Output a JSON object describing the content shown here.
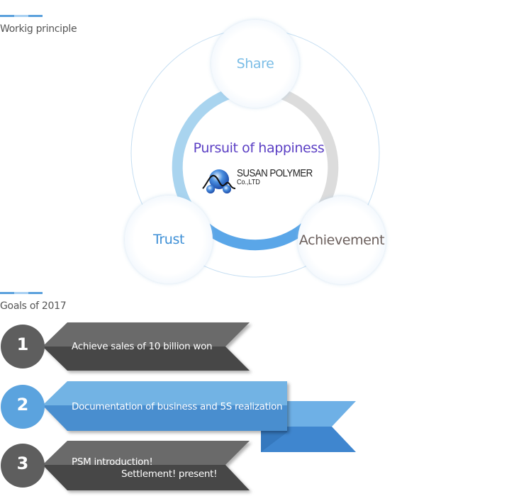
{
  "sections": {
    "principle_title": "Workig principle",
    "goals_title": "Goals of 2017"
  },
  "diagram": {
    "center_title": "Pursuit of happiness",
    "logo": {
      "name": "SUSAN POLYMER",
      "sub": "Co.,LTD",
      "icon": "molecule-logo-icon"
    },
    "nodes": [
      {
        "label": "Share",
        "color": "#7bbde6"
      },
      {
        "label": "Trust",
        "color": "#3d8fd6"
      },
      {
        "label": "Achievement",
        "color": "#6b5f5c"
      }
    ],
    "ring_colors": {
      "share_trust": "#a9d4ef",
      "share_achievement": "#dcdcdc",
      "trust_achievement": "#5aa6e8",
      "outer": "#c5def2"
    }
  },
  "goals": [
    {
      "number": "1",
      "lines": [
        "Achieve sales of 10 billion won"
      ],
      "color": "#5b5b5b"
    },
    {
      "number": "2",
      "lines": [
        "Documentation of business and 5S realization"
      ],
      "color": "#5ba3de"
    },
    {
      "number": "3",
      "lines": [
        "PSM introduction!",
        "Settlement! present!"
      ],
      "color": "#5b5b5b"
    }
  ]
}
